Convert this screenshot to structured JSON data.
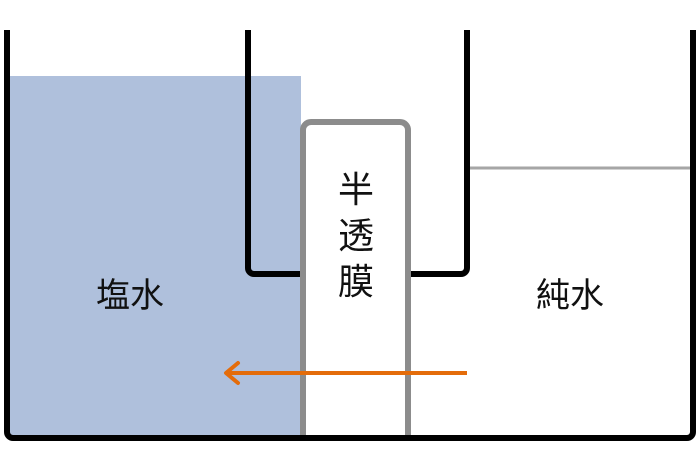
{
  "labels": {
    "salt_water": "塩水",
    "pure_water": "純水",
    "membrane": [
      "半",
      "透",
      "膜"
    ]
  },
  "colors": {
    "salt_water_fill": "#afc0dc",
    "container_stroke": "#000000",
    "membrane_stroke": "#8c8c8c",
    "pure_water_surface": "#a6a6a6",
    "arrow": "#e46c0a"
  },
  "arrow_direction": "right-to-left"
}
